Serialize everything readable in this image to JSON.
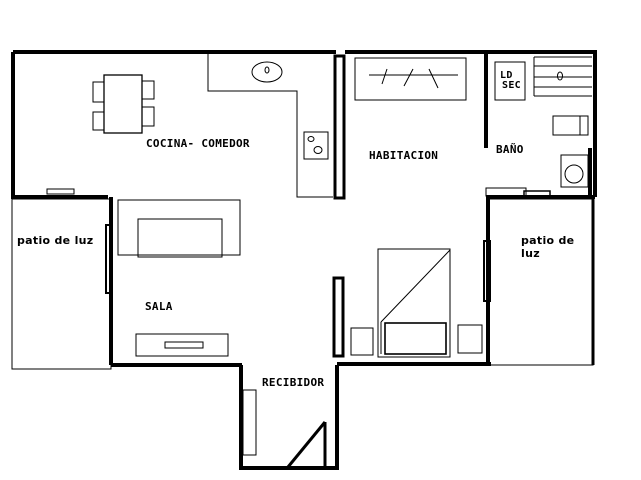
{
  "plan": {
    "rooms": [
      {
        "id": "cocina",
        "label": "COCINA- COMEDOR"
      },
      {
        "id": "habitacion",
        "label": "HABITACION"
      },
      {
        "id": "bano",
        "label": "BAÑO"
      },
      {
        "id": "sala",
        "label": "SALA"
      },
      {
        "id": "recibidor",
        "label": "RECIBIDOR"
      },
      {
        "id": "patio_left",
        "label": "patio de luz"
      },
      {
        "id": "patio_right_l1",
        "label": "patio de"
      },
      {
        "id": "patio_right_l2",
        "label": "luz"
      }
    ],
    "fixtures": {
      "laundry_l1": "LD",
      "laundry_l2": "SEC"
    },
    "colors": {
      "wall": "#000000",
      "background": "#ffffff"
    }
  }
}
